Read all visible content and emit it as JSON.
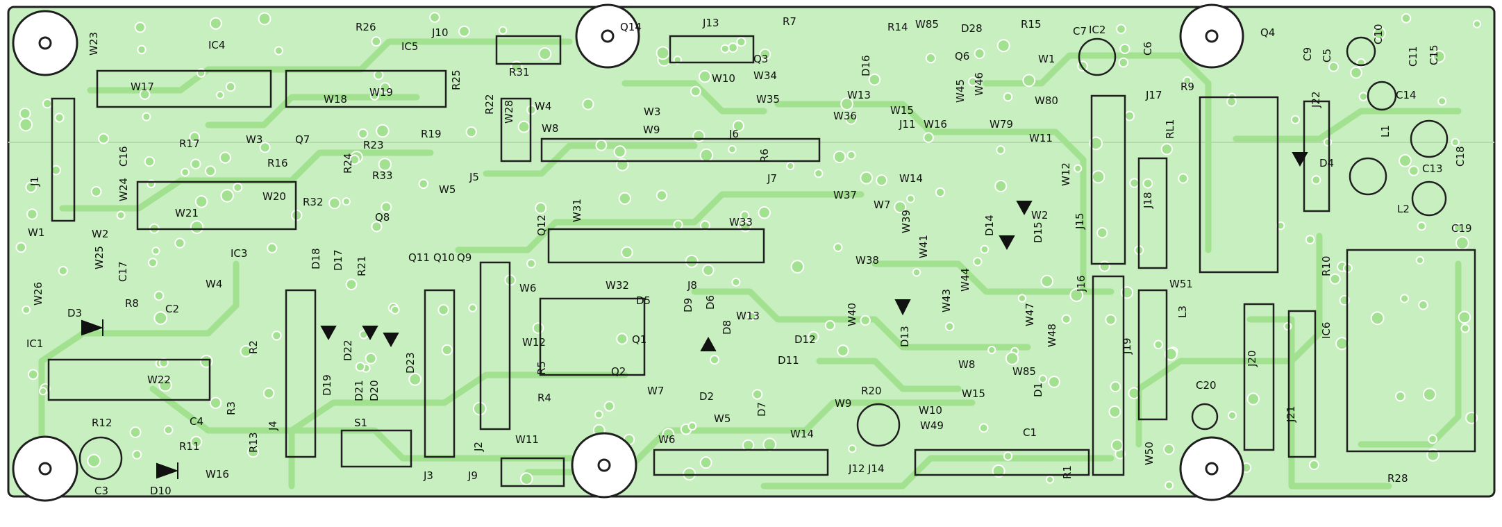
{
  "board": {
    "colors": {
      "substrate": "#c8efbf",
      "copper": "#a2e18f",
      "outline": "#1f1f1f",
      "ink": "#111111",
      "paper": "#ffffff"
    },
    "labels": {
      "W23": "W23",
      "IC4": "IC4",
      "R26": "R26",
      "IC5": "IC5",
      "J10": "J10",
      "Q14": "Q14",
      "J13": "J13",
      "R7": "R7",
      "R14": "R14",
      "W85a": "W85",
      "D28": "D28",
      "R15": "R15",
      "C7": "C7",
      "IC2": "IC2",
      "Q4": "Q4",
      "C10": "C10",
      "W17": "W17",
      "W18": "W18",
      "W19": "W19",
      "R25": "R25",
      "R22": "R22",
      "R31": "R31",
      "Q3": "Q3",
      "W34": "W34",
      "W35": "W35",
      "W10a": "W10",
      "D16": "D16",
      "W13a": "W13",
      "W15a": "W15",
      "Q6": "Q6",
      "W1a": "W1",
      "C6": "C6",
      "C5": "C5",
      "C9": "C9",
      "C11": "C11",
      "C15": "C15",
      "W4a": "W4",
      "W28": "W28",
      "W3a": "W3",
      "W36": "W36",
      "W45": "W45",
      "W46": "W46",
      "J11": "J11",
      "W16a": "W16",
      "W79": "W79",
      "W80": "W80",
      "J17": "J17",
      "R9": "R9",
      "J22": "J22",
      "C14": "C14",
      "W8a": "W8",
      "W9a": "W9",
      "J6": "J6",
      "R19": "R19",
      "R17": "R17",
      "W3b": "W3",
      "Q7": "Q7",
      "C16": "C16",
      "R24": "R24",
      "R23": "R23",
      "R16": "R16",
      "W11a": "W11",
      "RL1": "RL1",
      "D4": "D4",
      "L1": "L1",
      "C18": "C18",
      "R6": "R6",
      "J5": "J5",
      "R33": "R33",
      "J7": "J7",
      "W24": "W24",
      "W5a": "W5",
      "W14a": "W14",
      "W12a": "W12",
      "C13": "C13",
      "J1": "J1",
      "W20": "W20",
      "R32": "R32",
      "Q8": "Q8",
      "W37": "W37",
      "W7a": "W7",
      "W2b": "W2",
      "W21": "W21",
      "W31": "W31",
      "Q12": "Q12",
      "W33": "W33",
      "W39": "W39",
      "D14": "D14",
      "D15": "D15",
      "J15": "J15",
      "J18": "J18",
      "L2": "L2",
      "C19": "C19",
      "W1b": "W1",
      "W2a": "W2",
      "IC3": "IC3",
      "W25": "W25",
      "D18": "D18",
      "D17": "D17",
      "R21": "R21",
      "Q11": "Q11",
      "Q10": "Q10",
      "Q9": "Q9",
      "W38": "W38",
      "W41": "W41",
      "C17": "C17",
      "W26": "W26",
      "W4b": "W4",
      "W6a": "W6",
      "W32": "W32",
      "J8": "J8",
      "D5": "D5",
      "W44": "W44",
      "W43": "W43",
      "J16": "J16",
      "W51": "W51",
      "R10": "R10",
      "D3": "D3",
      "R8": "R8",
      "C2": "C2",
      "D19": "D19",
      "D22": "D22",
      "D21": "D21",
      "D20": "D20",
      "D23": "D23",
      "D9": "D9",
      "D6": "D6",
      "W13b": "W13",
      "W40": "W40",
      "W47": "W47",
      "W48": "W48",
      "L3": "L3",
      "IC6": "IC6",
      "IC1": "IC1",
      "R2": "R2",
      "W12b": "W12",
      "Q1": "Q1",
      "D8": "D8",
      "D12": "D12",
      "D11": "D11",
      "D13": "D13",
      "J19": "J19",
      "J20": "J20",
      "W22": "W22",
      "R5": "R5",
      "Q2": "Q2",
      "W8b": "W8",
      "W85b": "W85",
      "D1": "D1",
      "R3": "R3",
      "R4": "R4",
      "W7b": "W7",
      "D2": "D2",
      "R20": "R20",
      "W15b": "W15",
      "C20": "C20",
      "W10b": "W10",
      "W49": "W49",
      "J21": "J21",
      "C4": "C4",
      "S1": "S1",
      "J4": "J4",
      "R12": "R12",
      "W5b": "W5",
      "D7": "D7",
      "W9b": "W9",
      "C1": "C1",
      "R11": "R11",
      "R13": "R13",
      "W11b": "W11",
      "W6b": "W6",
      "W14b": "W14",
      "W50": "W50",
      "J2": "J2",
      "C3": "C3",
      "D10": "D10",
      "W16b": "W16",
      "J3": "J3",
      "J9": "J9",
      "J12": "J12",
      "J14": "J14",
      "R1": "R1",
      "R28": "R28"
    }
  }
}
